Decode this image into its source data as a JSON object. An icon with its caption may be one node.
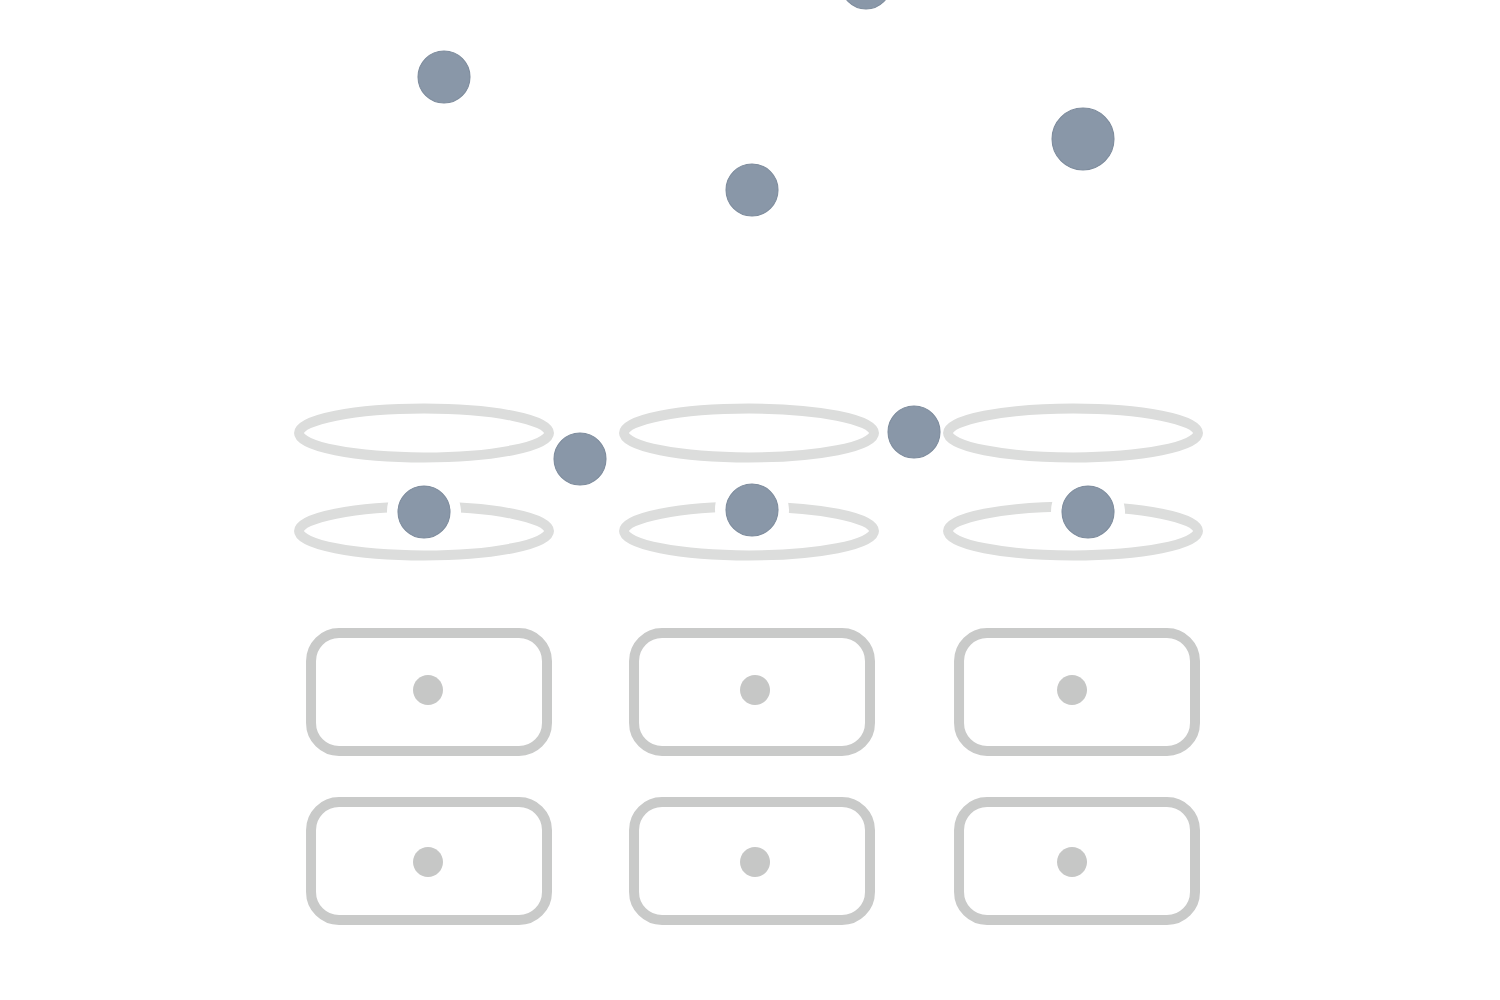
{
  "diagram": {
    "nodes": [
      {
        "text": [],
        "shape": "circle"
      },
      {
        "text": [],
        "shape": "circle"
      },
      {
        "text": [],
        "shape": "circle"
      },
      {
        "text": [],
        "shape": "circle"
      },
      {
        "text": [],
        "shape": "ring"
      },
      {
        "text": [],
        "shape": "circle"
      },
      {
        "text": [],
        "shape": "ring"
      },
      {
        "text": [],
        "shape": "circle"
      },
      {
        "text": [],
        "shape": "ring"
      },
      {
        "text": [],
        "shape": "ring"
      },
      {
        "text": [],
        "shape": "circle"
      },
      {
        "text": [],
        "shape": "ring"
      },
      {
        "text": [],
        "shape": "circle"
      },
      {
        "text": [],
        "shape": "ring"
      },
      {
        "text": [],
        "shape": "circle"
      },
      {
        "text": [],
        "shape": "box"
      },
      {
        "text": [],
        "shape": "circle",
        "in": 15
      },
      {
        "text": [],
        "shape": "box"
      },
      {
        "text": [],
        "shape": "circle",
        "in": 17
      },
      {
        "text": [],
        "shape": "box"
      },
      {
        "text": [],
        "shape": "circle",
        "in": 19
      },
      {
        "text": [],
        "shape": "box"
      },
      {
        "text": [],
        "shape": "circle",
        "in": 21
      },
      {
        "text": [],
        "shape": "box"
      },
      {
        "text": [],
        "shape": "circle",
        "in": 23
      },
      {
        "text": [],
        "shape": "box"
      },
      {
        "text": [],
        "shape": "circle",
        "in": 25
      }
    ]
  }
}
